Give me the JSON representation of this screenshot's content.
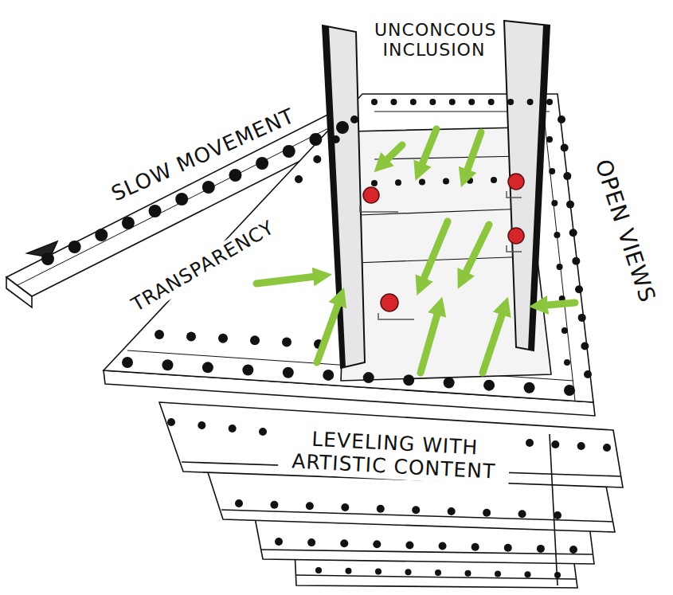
{
  "diagram": {
    "labels": [
      "UNCONCOUS INCLUSION",
      "SLOW MOVEMENT",
      "TRANSPARENCY",
      "OPEN VIEWS",
      "LEVELING WITH ARTISTIC CONTENT"
    ]
  }
}
